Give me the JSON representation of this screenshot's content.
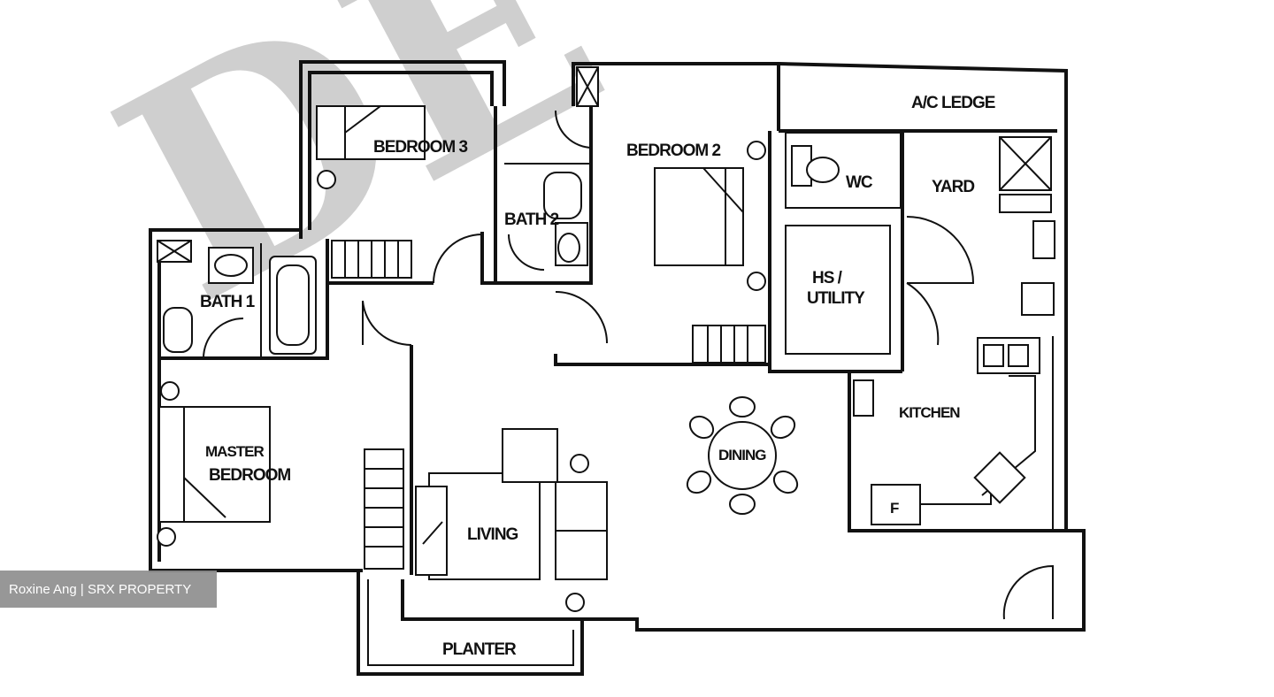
{
  "watermark": "DE",
  "rooms": {
    "ac_ledge": "A/C LEDGE",
    "bedroom3": "BEDROOM 3",
    "bedroom2": "BEDROOM 2",
    "bath2": "BATH 2",
    "wc": "WC",
    "yard": "YARD",
    "bath1": "BATH 1",
    "hs_utility_1": "HS /",
    "hs_utility_2": "UTILITY",
    "kitchen": "KITCHEN",
    "dining": "DINING",
    "master_1": "MASTER",
    "master_2": "BEDROOM",
    "living": "LIVING",
    "planter": "PLANTER",
    "fridge": "F"
  },
  "credit": "Roxine Ang | SRX PROPERTY"
}
